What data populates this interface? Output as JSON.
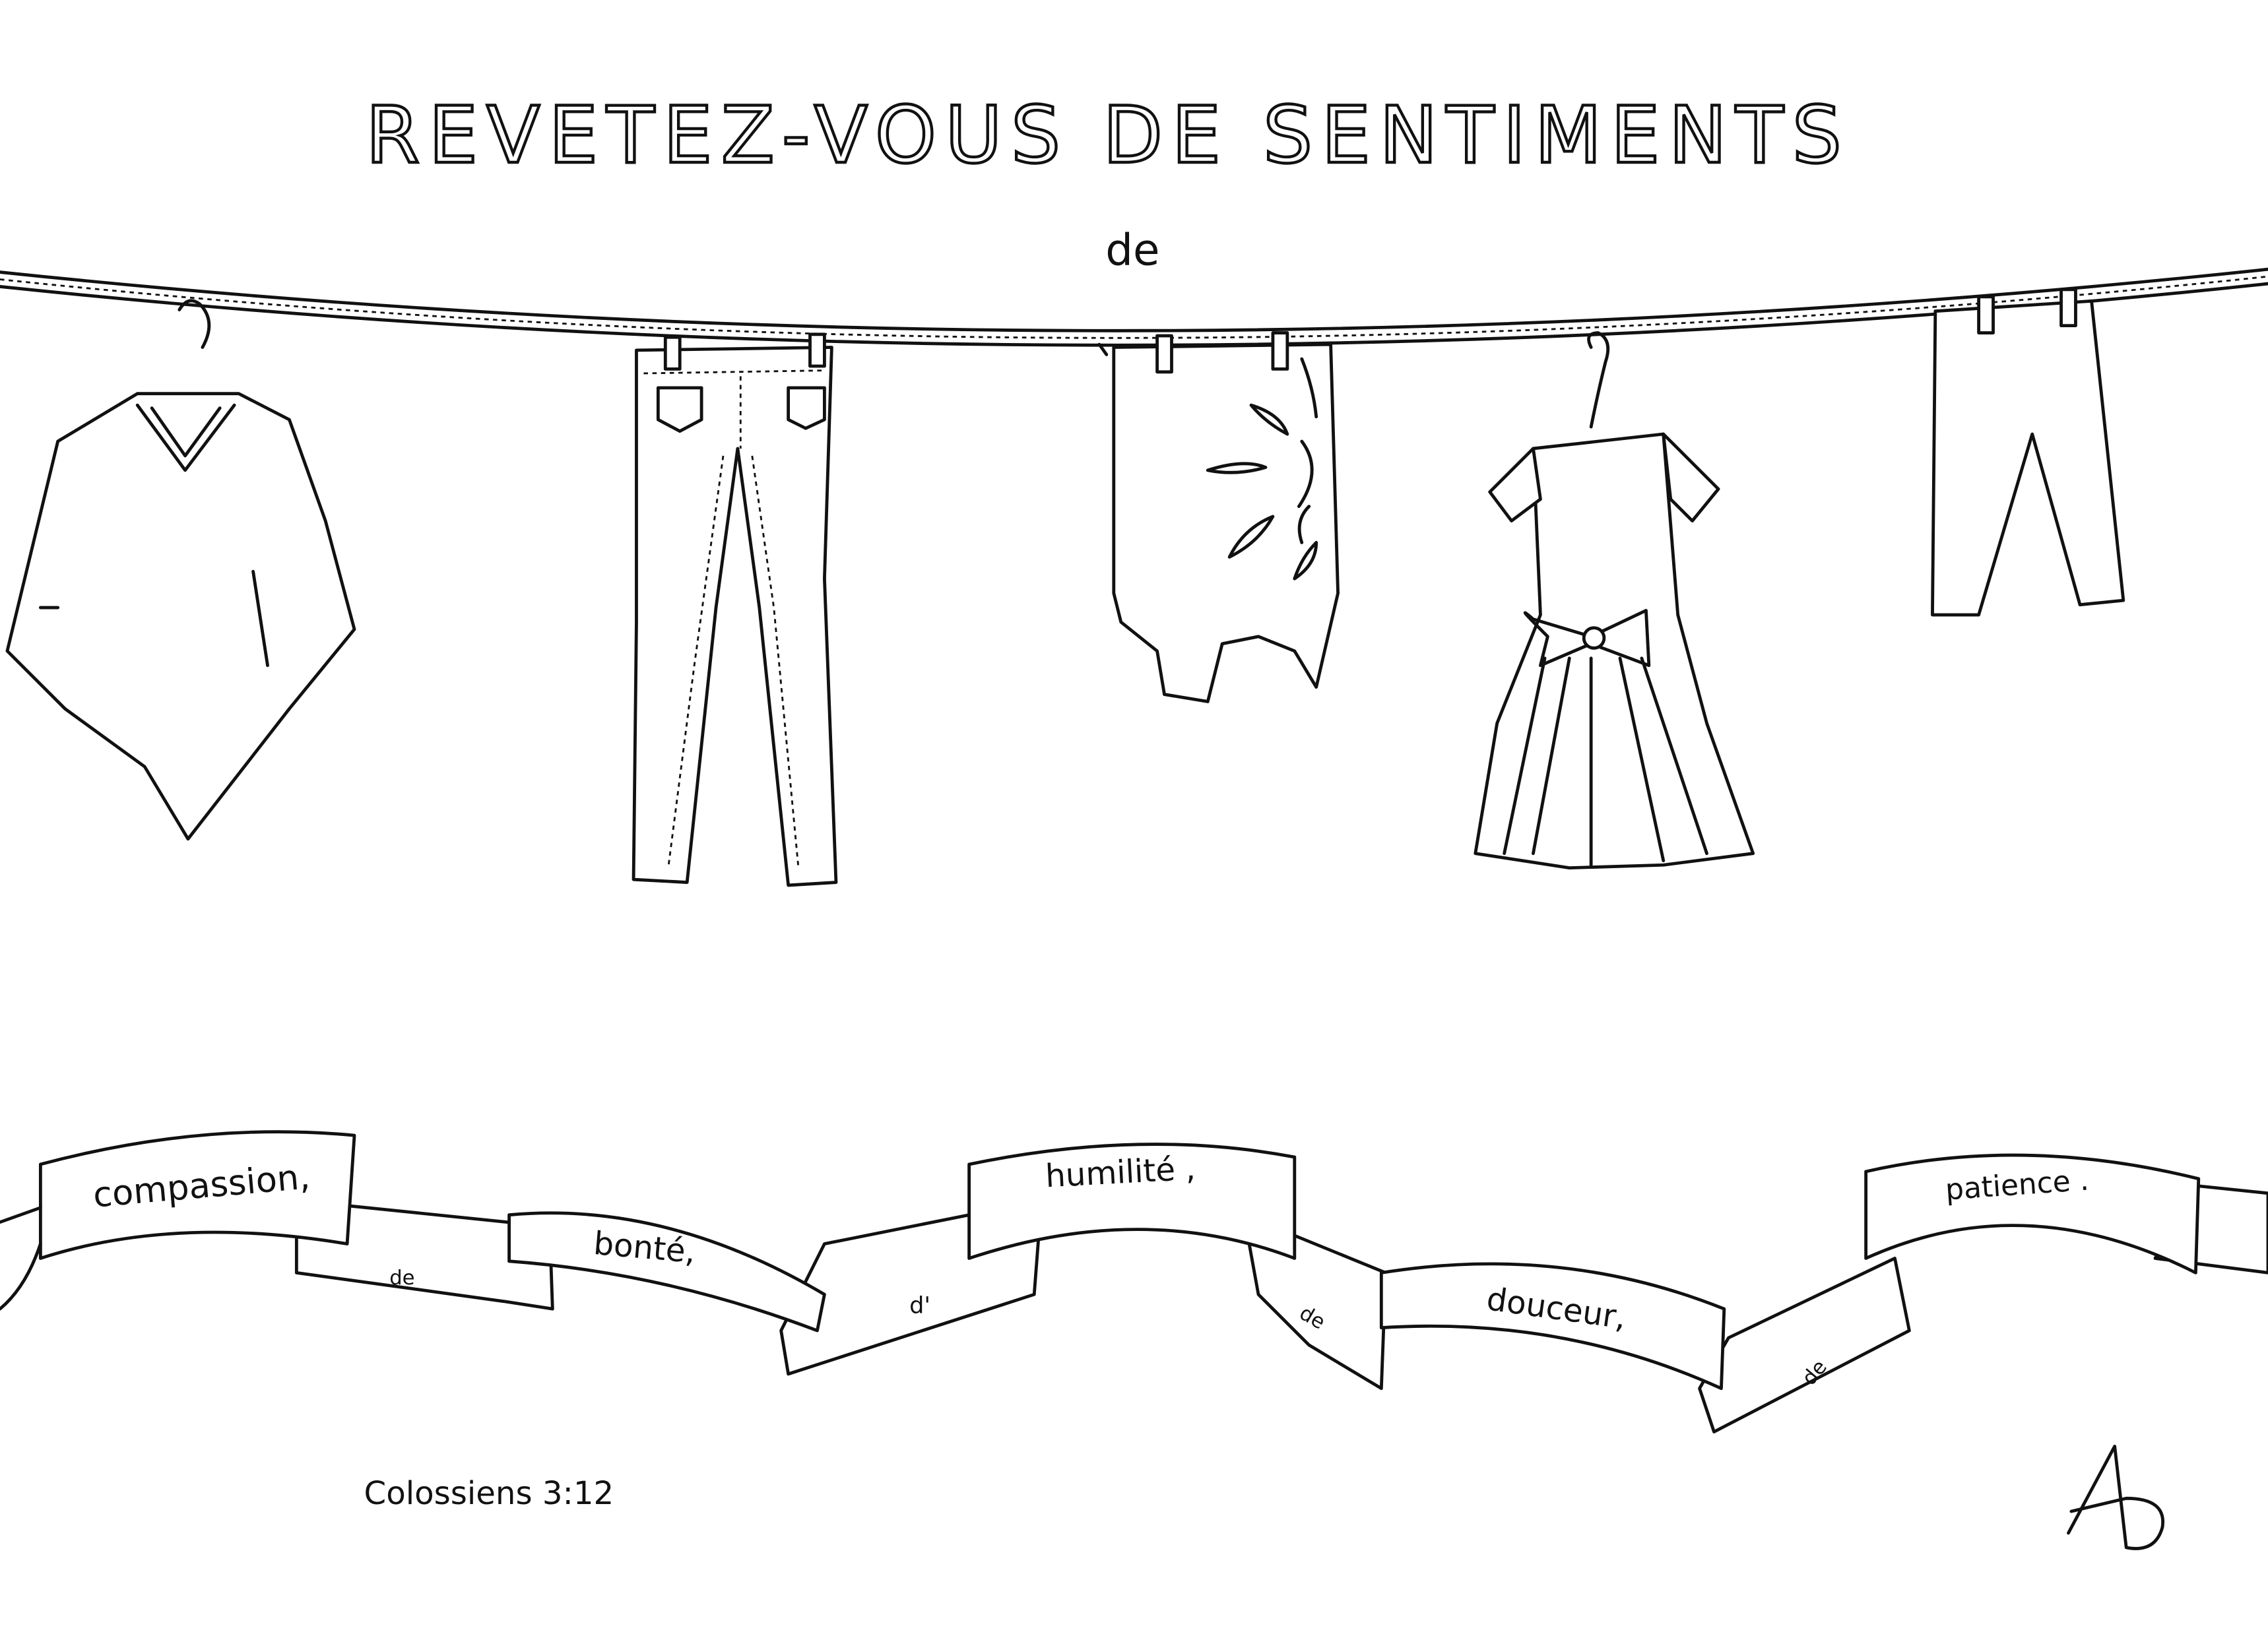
{
  "title": "REVETEZ-VOUS DE SENTIMENTS",
  "subtitle": "de",
  "banner": {
    "words": [
      "compassion,",
      "de",
      "bonté,",
      "d'",
      "humilité ,",
      "de",
      "douceur,",
      "de",
      "patience ."
    ]
  },
  "reference": "Colossiens 3:12",
  "signature": "AD",
  "colors": {
    "ink": "#111111",
    "paper": "#ffffff"
  }
}
